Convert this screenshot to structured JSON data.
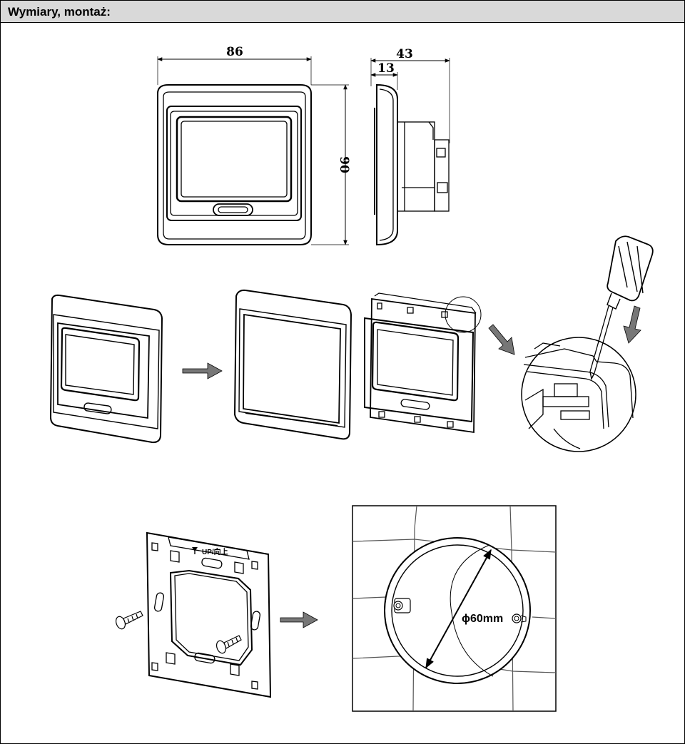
{
  "header": {
    "title": "Wymiary, montaż:"
  },
  "dimensions": {
    "width": "86",
    "height": "90",
    "depth": "43",
    "front_depth": "13"
  },
  "plate": {
    "up_label": "UP/向上"
  },
  "box": {
    "diameter_label": "ϕ60mm"
  }
}
